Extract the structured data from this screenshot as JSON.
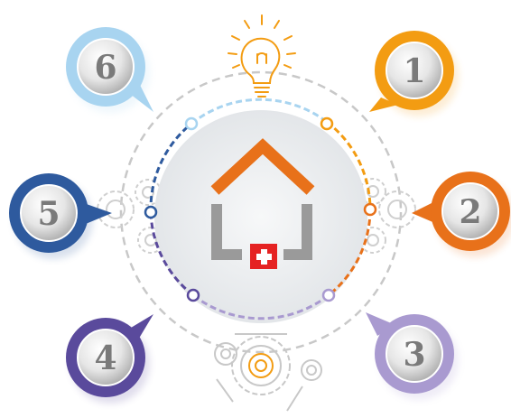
{
  "steps": [
    {
      "number": "1",
      "color": "#f39c12"
    },
    {
      "number": "2",
      "color": "#e8711a"
    },
    {
      "number": "3",
      "color": "#a99ad0"
    },
    {
      "number": "4",
      "color": "#5a4a9c"
    },
    {
      "number": "5",
      "color": "#2e5a9e"
    },
    {
      "number": "6",
      "color": "#a8d4f0"
    }
  ],
  "center": {
    "icon": "house-with-swiss-flag-icon",
    "house_color": "#e8711a",
    "wall_color": "#9a9a9a",
    "flag_color": "#e52222"
  },
  "top_icon": {
    "name": "light-bulb-icon",
    "color": "#f39c12"
  },
  "bottom_icon": {
    "name": "gear-machine-icon",
    "color": "#c8c8c8"
  }
}
